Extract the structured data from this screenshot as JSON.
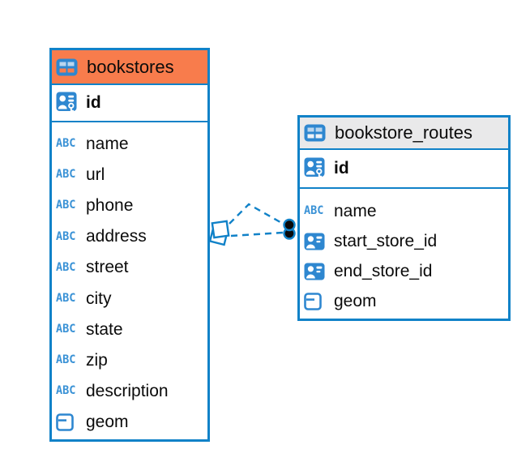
{
  "app": {
    "kind": "entity-relationship-diagram",
    "background": "#ffffff"
  },
  "colors": {
    "border_blue": "#1182c8",
    "icon_blue": "#2e87d0",
    "bookstores_header": "#f87c4c",
    "routes_header": "#e9e9ea",
    "text": "#0b0b0b",
    "relationship_dot": "#0a0a0a"
  },
  "icons": {
    "text_type_label": "ABC"
  },
  "tables": [
    {
      "title": "bookstores",
      "header_color": "#f87c4c",
      "primary_key": {
        "name": "id",
        "type": "primary-key"
      },
      "columns": [
        {
          "name": "name",
          "type": "text"
        },
        {
          "name": "url",
          "type": "text"
        },
        {
          "name": "phone",
          "type": "text"
        },
        {
          "name": "address",
          "type": "text"
        },
        {
          "name": "street",
          "type": "text"
        },
        {
          "name": "city",
          "type": "text"
        },
        {
          "name": "state",
          "type": "text"
        },
        {
          "name": "zip",
          "type": "text"
        },
        {
          "name": "description",
          "type": "text"
        },
        {
          "name": "geom",
          "type": "geometry"
        }
      ]
    },
    {
      "title": "bookstore_routes",
      "header_color": "#e9e9ea",
      "primary_key": {
        "name": "id",
        "type": "primary-key"
      },
      "columns": [
        {
          "name": "name",
          "type": "text"
        },
        {
          "name": "start_store_id",
          "type": "foreign-key"
        },
        {
          "name": "end_store_id",
          "type": "foreign-key"
        },
        {
          "name": "geom",
          "type": "geometry"
        }
      ]
    }
  ],
  "relationships": {
    "from_table": "bookstores",
    "to_table": "bookstore_routes",
    "count": 2,
    "line_style": "dashed",
    "source_marker": "diamond",
    "target_marker": "filled-circle"
  }
}
